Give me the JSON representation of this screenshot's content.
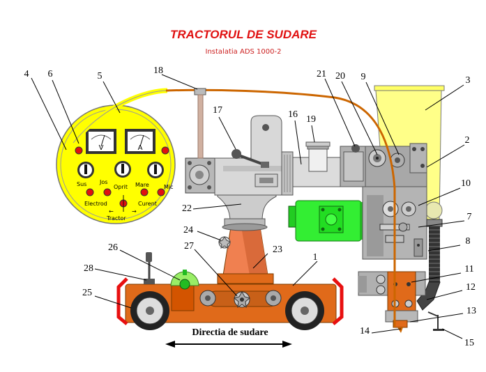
{
  "title": "TRACTORUL DE SUDARE",
  "subtitle": "Instalatia ADS 1000-2",
  "callouts": [
    "1",
    "2",
    "3",
    "4",
    "5",
    "6",
    "7",
    "8",
    "9",
    "10",
    "11",
    "12",
    "13",
    "14",
    "15",
    "16",
    "17",
    "18",
    "19",
    "20",
    "21",
    "22",
    "23",
    "24",
    "25",
    "26",
    "27",
    "28"
  ],
  "panel": {
    "meter_left": "V",
    "meter_right": "A",
    "sus": "Sus",
    "jos": "Jos",
    "oprit": "Oprit",
    "mare": "Mare",
    "mic": "Mic",
    "electrod": "Electrod",
    "curent": "Curent",
    "tractor": "Tractor",
    "arrow_left": "←",
    "arrow_right": "→"
  },
  "direction_label": "Directia de sudare",
  "colors": {
    "title": "#e01010",
    "panel_yellow": "#ffff00",
    "hopper_yellow": "#ffff88",
    "cable_orange": "#cc6600",
    "carriage_orange": "#e06a1a",
    "motor_green": "#33ee33",
    "steel_gray": "#a8a8a8"
  }
}
